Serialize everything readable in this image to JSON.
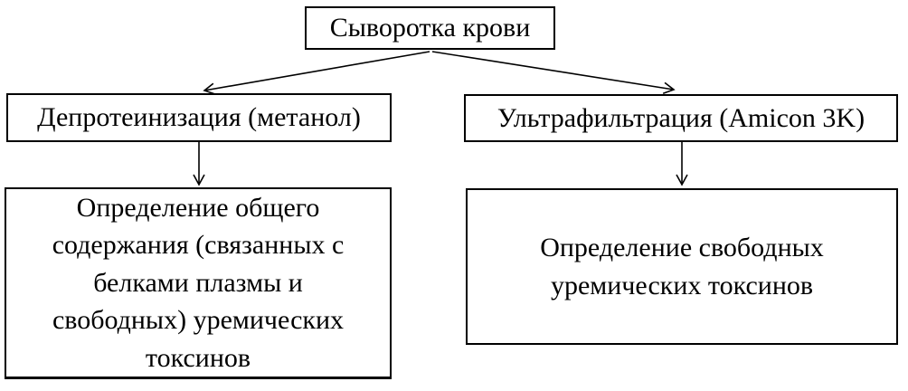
{
  "diagram": {
    "type": "flowchart",
    "background_color": "#ffffff",
    "box_border_color": "#000000",
    "box_fill_color": "#ffffff",
    "text_color": "#000000",
    "arrow_color": "#000000",
    "nodes": {
      "root": {
        "label": "Сыворотка крови"
      },
      "left_method": {
        "label": "Депротеинизация (метанол)"
      },
      "right_method": {
        "label": "Ультрафильтрация (Amicon 3K)"
      },
      "left_result": {
        "label": "Определение общего\nсодержания (связанных с\nбелками плазмы и\nсвободных) уремических\nтоксинов"
      },
      "right_result": {
        "label": "Определение свободных\nуремических токсинов"
      }
    },
    "edges": [
      {
        "from": "root",
        "to": "left_method"
      },
      {
        "from": "root",
        "to": "right_method"
      },
      {
        "from": "left_method",
        "to": "left_result"
      },
      {
        "from": "right_method",
        "to": "right_result"
      }
    ]
  }
}
